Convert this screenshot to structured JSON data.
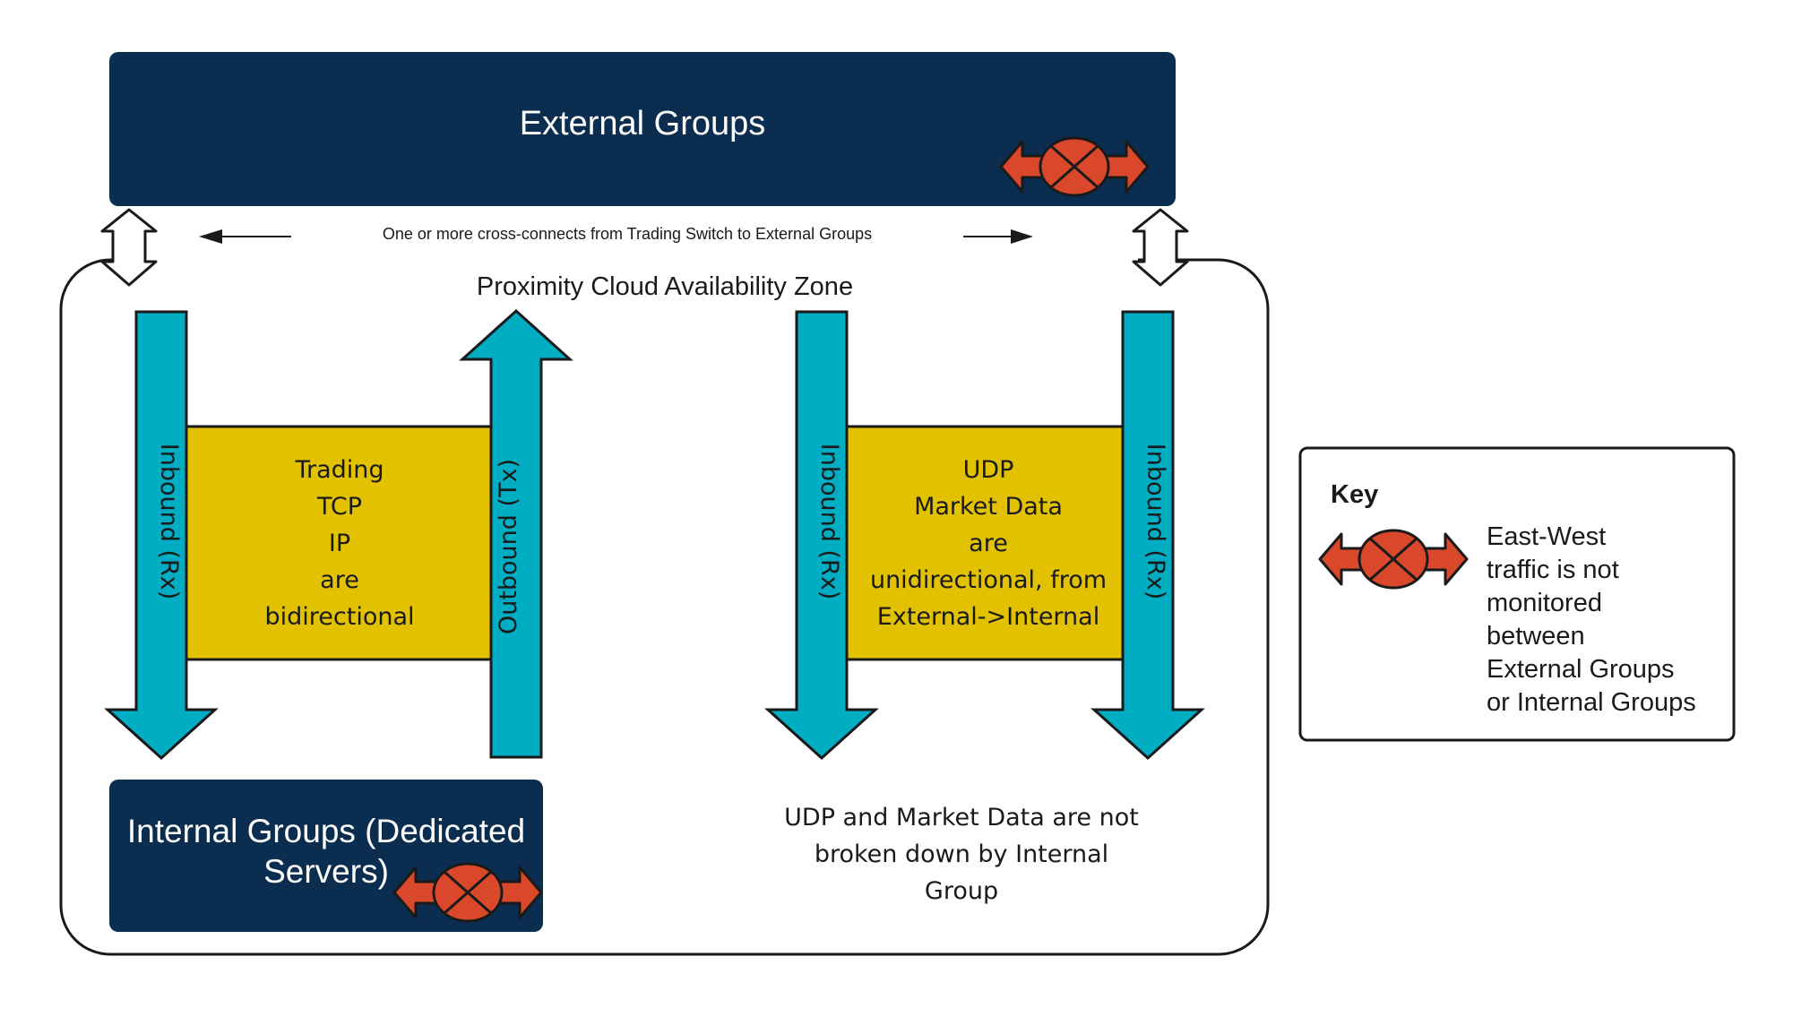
{
  "colors": {
    "navy": "#0b2d4f",
    "teal": "#00adc2",
    "gold": "#e2c200",
    "no_monitor_red": "#d9482b",
    "outline": "#1a1a1a"
  },
  "external_groups": {
    "title": "External Groups",
    "icon": "no-monitoring-icon"
  },
  "cross_connects": {
    "label": "One or more cross-connects from Trading Switch to External Groups"
  },
  "zone": {
    "title": "Proximity Cloud Availability Zone"
  },
  "trading_flow": {
    "left_arrow_label": "Inbound (Rx)",
    "right_arrow_label": "Outbound (Tx)",
    "box_lines": [
      "Trading",
      "TCP",
      "IP",
      "are",
      "bidirectional"
    ]
  },
  "udp_flow": {
    "left_arrow_label": "Inbound (Rx)",
    "right_arrow_label": "Inbound (Rx)",
    "box_lines": [
      "UDP",
      "Market Data",
      "are",
      "unidirectional, from",
      "External->Internal"
    ]
  },
  "internal_groups": {
    "title_lines": [
      "Internal Groups (Dedicated",
      "Servers)"
    ],
    "icon": "no-monitoring-icon"
  },
  "udp_note": {
    "lines": [
      "UDP and Market Data are not",
      "broken down by Internal",
      "Group"
    ]
  },
  "key": {
    "title": "Key",
    "icon": "no-monitoring-icon",
    "description_lines": [
      "East-West",
      "traffic is not",
      "monitored",
      "between",
      "External Groups",
      "or Internal Groups"
    ]
  }
}
